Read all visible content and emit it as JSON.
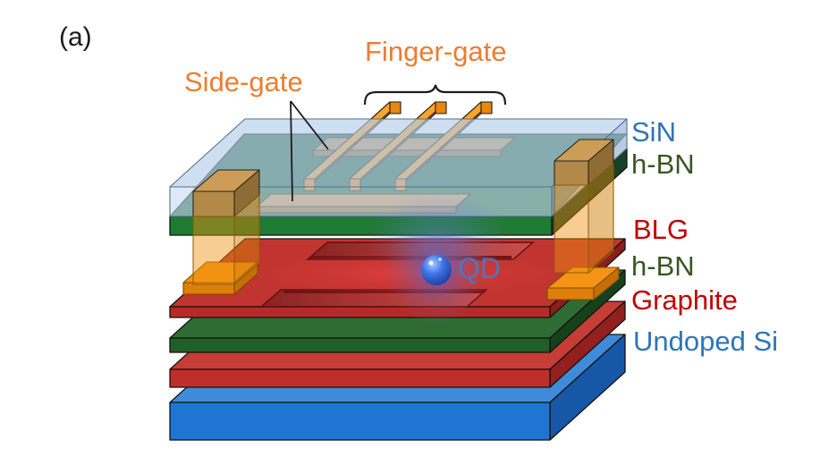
{
  "figure": {
    "panel_label": "(a)"
  },
  "gate_annotations": {
    "side_gate": {
      "label": "Side-gate",
      "color": "#ED7D31"
    },
    "finger_gate": {
      "label": "Finger-gate",
      "color": "#ED7D31",
      "count": 3
    }
  },
  "quantum_dot": {
    "label": "QD",
    "label_color": "#4B79C0",
    "sphere_color": "#2E62D9"
  },
  "layer_labels": [
    {
      "label": "SiN",
      "label_color": "#2E75B6",
      "fill": "#B5CFEA"
    },
    {
      "label": "h-BN",
      "label_color": "#375623",
      "fill": "#2C6B41"
    },
    {
      "label": "BLG",
      "label_color": "#C00000",
      "fill": "#C23430"
    },
    {
      "label": "h-BN",
      "label_color": "#375623",
      "fill": "#2E6C34"
    },
    {
      "label": "Graphite",
      "label_color": "#C00000",
      "fill": "#C63D36"
    },
    {
      "label": "Undoped Si",
      "label_color": "#2E75B6",
      "fill": "#2979D2"
    }
  ],
  "materials": {
    "gate_metal_bright": "#FFA428",
    "gate_metal_side": "#D97B10",
    "side_gate_pad_tan": "#C49554",
    "contact_translucent": "#F09010",
    "contact_pad": "#F59414",
    "etched_trench_wall": "#701414",
    "glow_blue": "#5A78DC",
    "glow_red": "#E64646"
  }
}
